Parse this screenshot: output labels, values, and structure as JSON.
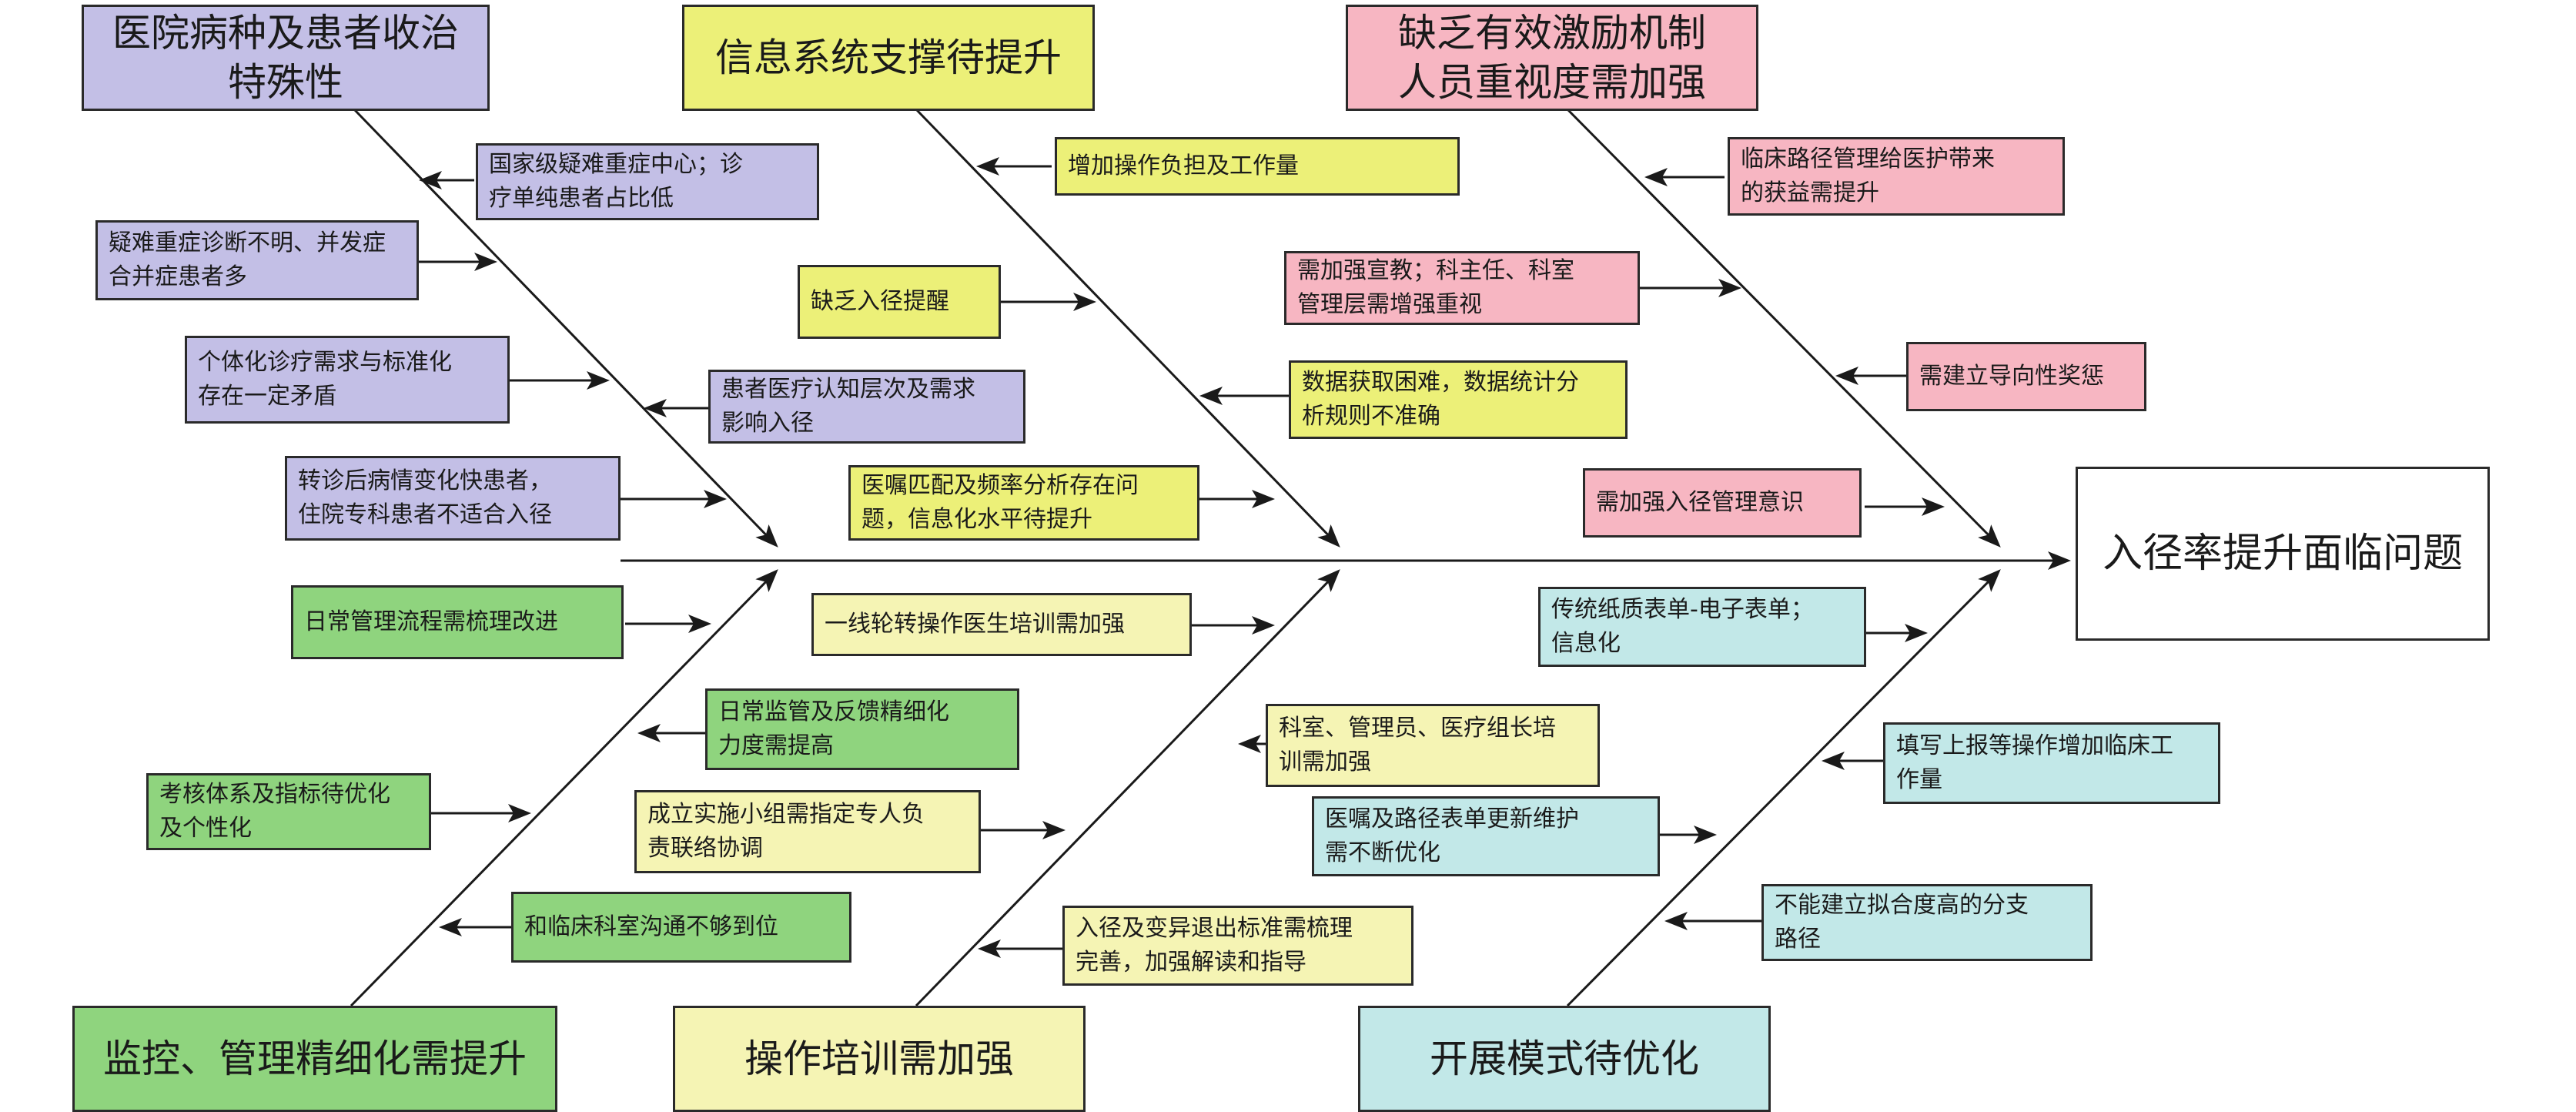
{
  "head": "入径率提升面临问题",
  "categories": {
    "hospital": "医院病种及患者收治\n特殊性",
    "info": "信息系统支撑待提升",
    "incentive": "缺乏有效激励机制\n人员重视度需加强",
    "monitor": "监控、管理精细化需提升",
    "training": "操作培训需加强",
    "mode": "开展模式待优化"
  },
  "causes": {
    "hospital": [
      "国家级疑难重症中心；诊\n疗单纯患者占比低",
      "疑难重症诊断不明、并发症\n合并症患者多",
      "个体化诊疗需求与标准化\n存在一定矛盾",
      "患者医疗认知层次及需求\n影响入径",
      "转诊后病情变化快患者，\n住院专科患者不适合入径"
    ],
    "info": [
      "增加操作负担及工作量",
      "缺乏入径提醒",
      "数据获取困难，数据统计分\n析规则不准确",
      "医嘱匹配及频率分析存在问\n题，信息化水平待提升"
    ],
    "incentive": [
      "临床路径管理给医护带来\n的获益需提升",
      "需加强宣教；科主任、科室\n管理层需增强重视",
      "需建立导向性奖惩",
      "需加强入径管理意识"
    ],
    "monitor": [
      "日常管理流程需梳理改进",
      "日常监管及反馈精细化\n力度需提高",
      "考核体系及指标待优化\n及个性化",
      "和临床科室沟通不够到位"
    ],
    "training": [
      "一线轮转操作医生培训需加强",
      "科室、管理员、医疗组长培\n训需加强",
      "成立实施小组需指定专人负\n责联络协调",
      "入径及变异退出标准需梳理\n完善，加强解读和指导"
    ],
    "mode": [
      "传统纸质表单-电子表单；\n信息化",
      "填写上报等操作增加临床工\n作量",
      "医嘱及路径表单更新维护\n需不断优化",
      "不能建立拟合度高的分支\n路径"
    ]
  },
  "colors": {
    "hospital": "#c3bfe6",
    "info": "#ecf078",
    "incentive": "#f7b6c2",
    "monitor": "#8fd47e",
    "training": "#f5f4b4",
    "mode": "#c2e8e8"
  }
}
